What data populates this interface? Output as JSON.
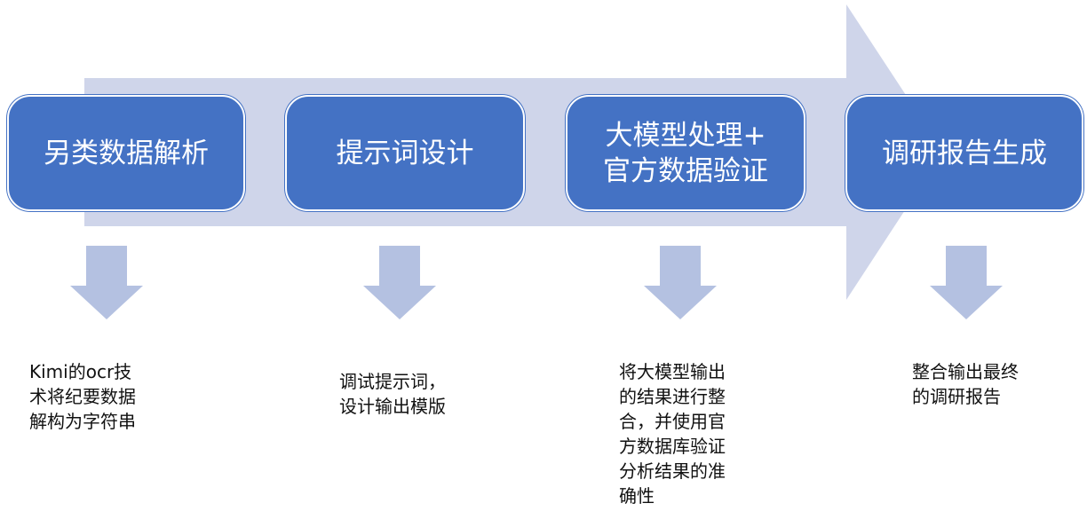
{
  "colors": {
    "main_arrow": "#CFD5EA",
    "box": "#4472C4",
    "down_arrow": "#B4C1E1"
  },
  "steps": [
    {
      "title": "另类数据解析",
      "desc": "Kimi的ocr技\n术将纪要数据\n解构为字符串"
    },
    {
      "title": "提示词设计",
      "desc": "调试提示词，\n设计输出模版"
    },
    {
      "title": "大模型处理+\n官方数据验证",
      "desc": "将大模型输出\n的结果进行整\n合，并使用官\n方数据库验证\n分析结果的准\n确性"
    },
    {
      "title": "调研报告生成",
      "desc": "整合输出最终\n的调研报告"
    }
  ]
}
